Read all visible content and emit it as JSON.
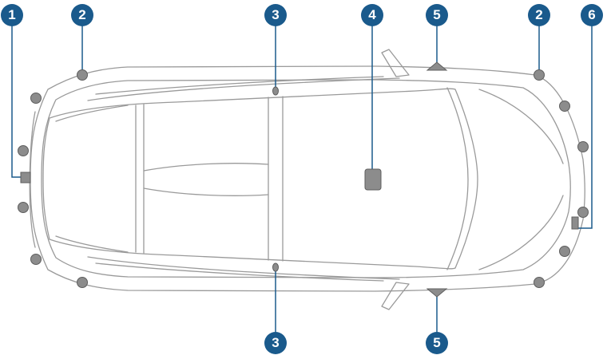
{
  "callouts": [
    {
      "label": "1"
    },
    {
      "label": "2"
    },
    {
      "label": "2"
    },
    {
      "label": "3"
    },
    {
      "label": "3"
    },
    {
      "label": "4"
    },
    {
      "label": "5"
    },
    {
      "label": "5"
    },
    {
      "label": "6"
    }
  ],
  "colors": {
    "callout_fill": "#1a5a8c",
    "callout_text": "#ffffff",
    "outline": "#9a9a9a",
    "sensor_fill": "#8c8c8c",
    "sensor_stroke": "#5e5e5e",
    "leader_line": "#1a5a8c"
  }
}
